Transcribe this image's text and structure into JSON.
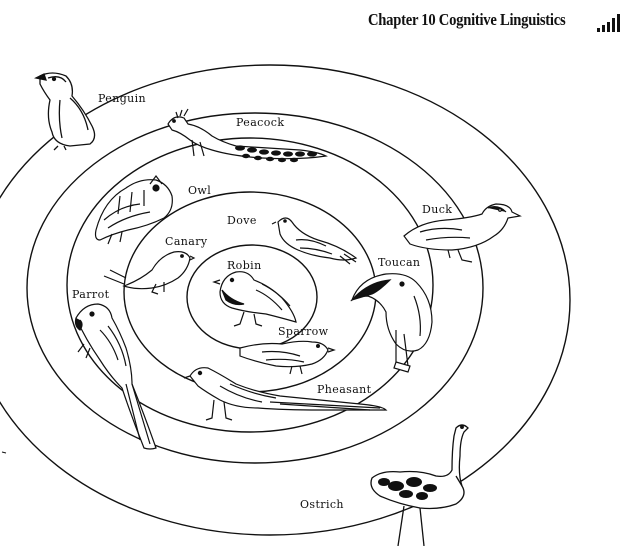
{
  "header": {
    "title": "Chapter 10  Cognitive Linguistics"
  },
  "birds": {
    "robin": "Robin",
    "dove": "Dove",
    "canary": "Canary",
    "sparrow": "Sparrow",
    "owl": "Owl",
    "parrot": "Parrot",
    "toucan": "Toucan",
    "pheasant": "Pheasant",
    "peacock": "Peacock",
    "duck": "Duck",
    "penguin": "Penguin",
    "ostrich": "Ostrich"
  },
  "icons": {
    "header_mark": "bar-chart-icon"
  }
}
